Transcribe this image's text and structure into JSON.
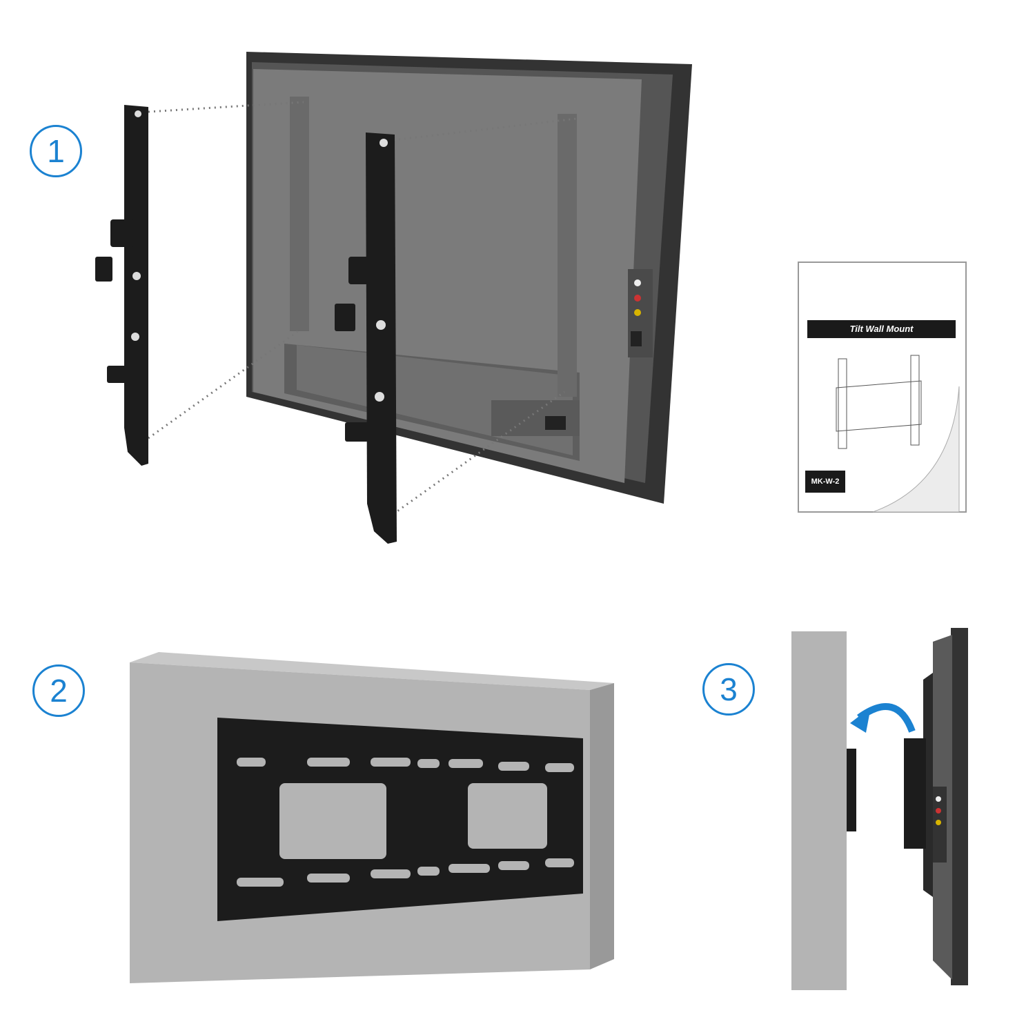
{
  "steps": [
    {
      "number": "1",
      "description_hidden": null
    },
    {
      "number": "2"
    },
    {
      "number": "3"
    }
  ],
  "manual": {
    "title": "Tilt Wall Mount",
    "model": "MK-W-2"
  },
  "colors": {
    "accent": "#1b82d1",
    "tv_frame": "#3a3a3a",
    "tv_panel": "#7a7a7a",
    "bracket": "#1c1c1c",
    "wall": "#b4b4b4"
  }
}
